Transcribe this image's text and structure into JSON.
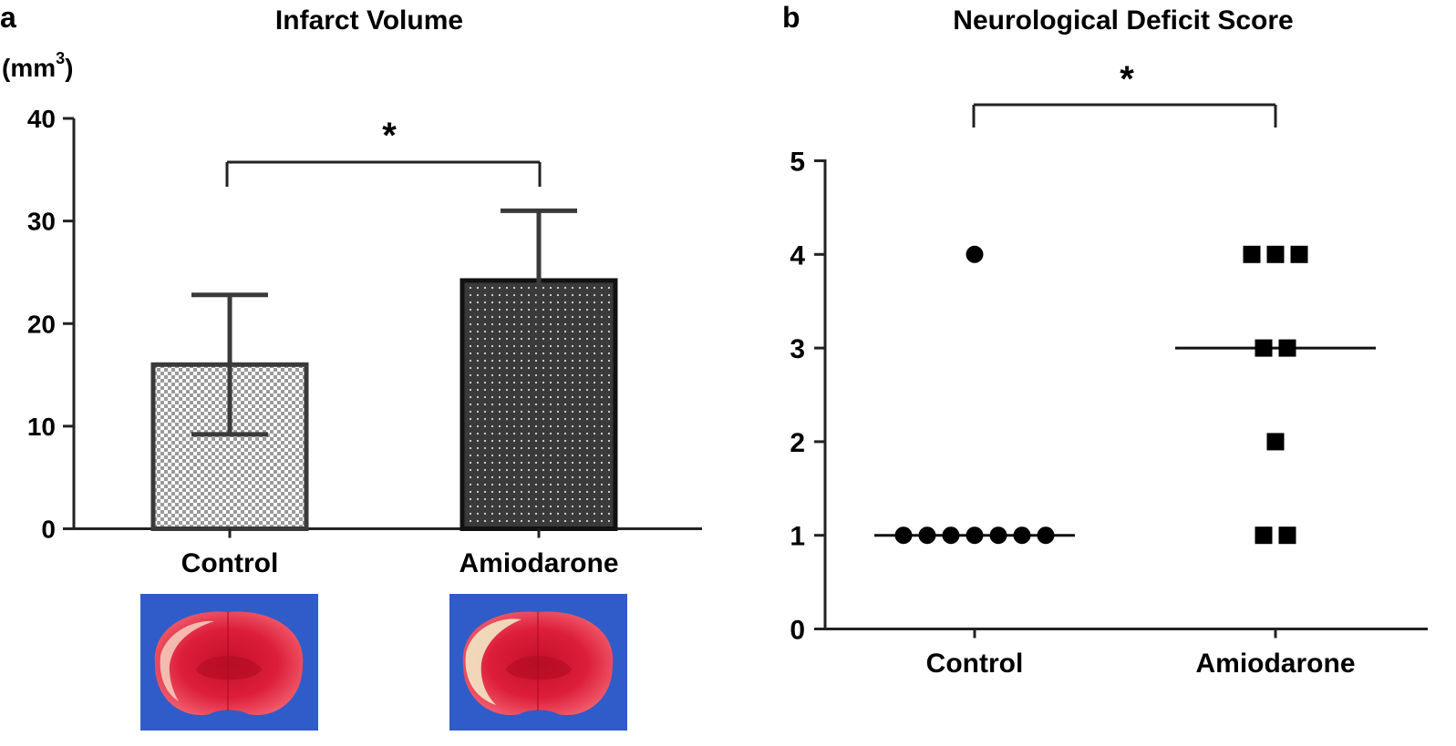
{
  "chart_data": [
    {
      "panel_label": "a",
      "type": "bar",
      "title": "Infarct Volume",
      "ylabel": "(mm",
      "ylabel_superscript": "3",
      "ylabel_close": ")",
      "ylim": [
        0,
        40
      ],
      "yticks": [
        "0",
        "10",
        "20",
        "30",
        "40"
      ],
      "categories": [
        "Control",
        "Amiodarone"
      ],
      "values": [
        16,
        24.2
      ],
      "error": [
        6.8,
        6.8
      ],
      "bar_fill": [
        "#d7d7d7",
        "#3a3a3a"
      ],
      "bar_pattern": [
        "checkerboard",
        "dots"
      ],
      "significance": "*",
      "images": [
        "brain-slice-control",
        "brain-slice-amiodarone"
      ]
    },
    {
      "panel_label": "b",
      "type": "scatter",
      "title": "Neurological Deficit Score",
      "ylim": [
        0,
        5
      ],
      "yticks": [
        "0",
        "1",
        "2",
        "3",
        "4",
        "5"
      ],
      "categories": [
        "Control",
        "Amiodarone"
      ],
      "series": [
        {
          "marker": "circle",
          "values": [
            1,
            1,
            1,
            1,
            1,
            1,
            1,
            4
          ],
          "median": 1
        },
        {
          "marker": "square",
          "values": [
            4,
            4,
            4,
            3,
            3,
            2,
            1,
            1
          ],
          "median": 3
        }
      ],
      "significance": "*"
    }
  ]
}
